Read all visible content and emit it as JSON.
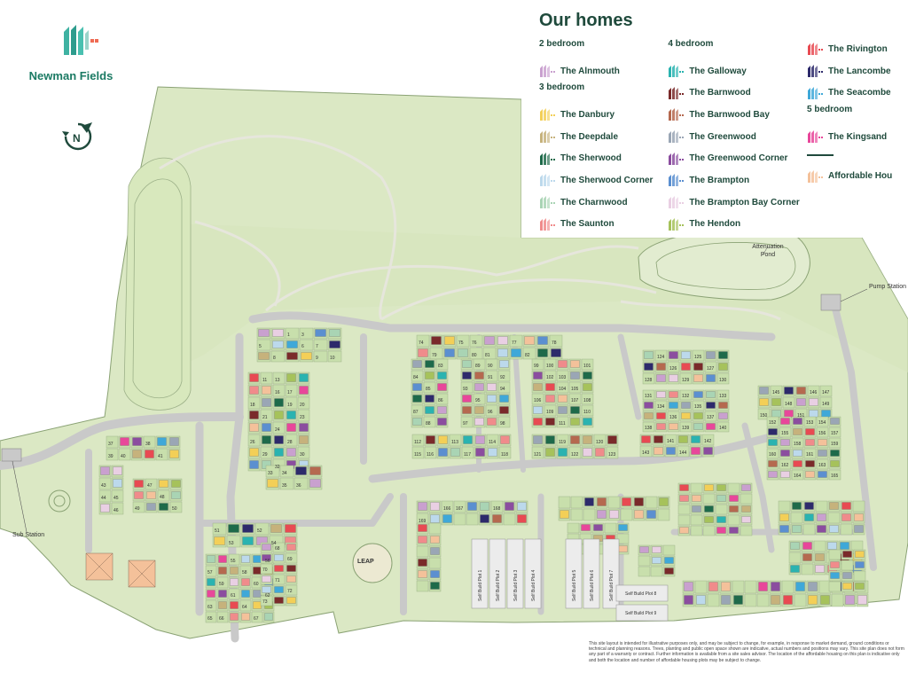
{
  "brand": {
    "name": "Newman Fields",
    "logo_icon": "house-stripes-icon",
    "compass_icon": "north-compass-icon",
    "compass_letter": "N"
  },
  "legend": {
    "title": "Our homes",
    "groups": [
      {
        "col": 1,
        "heading": "2 bedroom",
        "items": [
          {
            "name": "The Alnmouth",
            "color": "#c9a0cf"
          }
        ]
      },
      {
        "col": 1,
        "heading": "3 bedroom",
        "items": [
          {
            "name": "The Danbury",
            "color": "#f3cf57"
          },
          {
            "name": "The Deepdale",
            "color": "#c6b27c"
          },
          {
            "name": "The Sherwood",
            "color": "#1e6a4a"
          },
          {
            "name": "The Sherwood Corner",
            "color": "#bcd9ec"
          },
          {
            "name": "The Charnwood",
            "color": "#a9d4b4"
          },
          {
            "name": "The Saunton",
            "color": "#f08b8b"
          }
        ]
      },
      {
        "col": 2,
        "heading": "4 bedroom",
        "items": [
          {
            "name": "The Galloway",
            "color": "#2ab3b0"
          },
          {
            "name": "The Barnwood",
            "color": "#7a2a2a"
          },
          {
            "name": "The Barnwood Bay",
            "color": "#b5694f"
          },
          {
            "name": "The Greenwood",
            "color": "#9aa6b5"
          },
          {
            "name": "The Greenwood Corner",
            "color": "#8b4d9f"
          },
          {
            "name": "The Brampton",
            "color": "#5b8fd0"
          },
          {
            "name": "The Brampton Bay Corner",
            "color": "#e9cfe3"
          },
          {
            "name": "The Hendon",
            "color": "#a6c25b"
          }
        ]
      },
      {
        "col": 3,
        "heading": "",
        "items": [
          {
            "name": "The Rivington",
            "color": "#e84a52"
          },
          {
            "name": "The Lancombe",
            "color": "#2d2a6b"
          },
          {
            "name": "The Seacombe",
            "color": "#3fa8d8"
          }
        ]
      },
      {
        "col": 3,
        "heading": "5 bedroom",
        "items": [
          {
            "name": "The Kingsand",
            "color": "#e8479a"
          }
        ]
      },
      {
        "col": 3,
        "heading": "",
        "items": [
          {
            "name": "Affordable Hou",
            "color": "#f4c19a"
          }
        ]
      }
    ]
  },
  "map_labels": {
    "attenuation_pond": "Attenuation Pond",
    "pump_station": "Pump Station",
    "sub_station": "Sub Station",
    "leap": "LEAP"
  },
  "self_build_plots": [
    "Self Build Plot 1",
    "Self Build Plot 2",
    "Self Build Plot 3",
    "Self Build Plot 4",
    "Self Build Plot 5",
    "Self Build Plot 6",
    "Self Build Plot 7",
    "Self Build Plot 8",
    "Self Build Plot 9"
  ],
  "plot_numbers": [
    "1",
    "3",
    "5",
    "6",
    "7",
    "8",
    "9",
    "10",
    "11",
    "13",
    "16",
    "17",
    "18",
    "19",
    "20",
    "21",
    "23",
    "24",
    "26",
    "28",
    "29",
    "30",
    "32",
    "33",
    "34",
    "35",
    "36",
    "37",
    "38",
    "39",
    "40",
    "41",
    "43",
    "44",
    "45",
    "46",
    "47",
    "48",
    "49",
    "50",
    "51",
    "52",
    "53",
    "54",
    "55",
    "56",
    "57",
    "58",
    "59",
    "60",
    "61",
    "62",
    "63",
    "64",
    "65",
    "66",
    "67",
    "68",
    "69",
    "70",
    "71",
    "72",
    "73",
    "74",
    "75",
    "76",
    "77",
    "78",
    "79",
    "80",
    "81",
    "82",
    "83",
    "84",
    "85",
    "86",
    "87",
    "88",
    "89",
    "90",
    "91",
    "92",
    "93",
    "94",
    "95",
    "96",
    "97",
    "98",
    "99",
    "100",
    "101",
    "102",
    "103",
    "104",
    "105",
    "106",
    "107",
    "108",
    "109",
    "110",
    "111",
    "112",
    "113",
    "114",
    "115",
    "116",
    "117",
    "118",
    "119",
    "120",
    "121",
    "122",
    "123",
    "124",
    "125",
    "126",
    "127",
    "128",
    "129",
    "130",
    "131",
    "132",
    "133",
    "134",
    "135",
    "136",
    "137",
    "138",
    "139",
    "140",
    "141",
    "142",
    "143",
    "144",
    "145",
    "146",
    "147",
    "148",
    "149",
    "150",
    "151",
    "152",
    "153",
    "154",
    "155",
    "156",
    "157",
    "158",
    "159",
    "160",
    "161",
    "162",
    "163",
    "164",
    "165",
    "166",
    "167",
    "168",
    "169"
  ],
  "disclaimer": "This site layout is intended for illustrative purposes only, and may be subject to change, for example, in response to market demand, ground conditions or technical and planning reasons. Trees, planting and public open space shown are indicative, actual numbers and positions may vary. This site plan does not form any part of a warranty or contract. Further information is available from a site sales advisor. The location of the affordable housing on this plan is indicative only and both the location and number of affordable housing plots may be subject to change."
}
